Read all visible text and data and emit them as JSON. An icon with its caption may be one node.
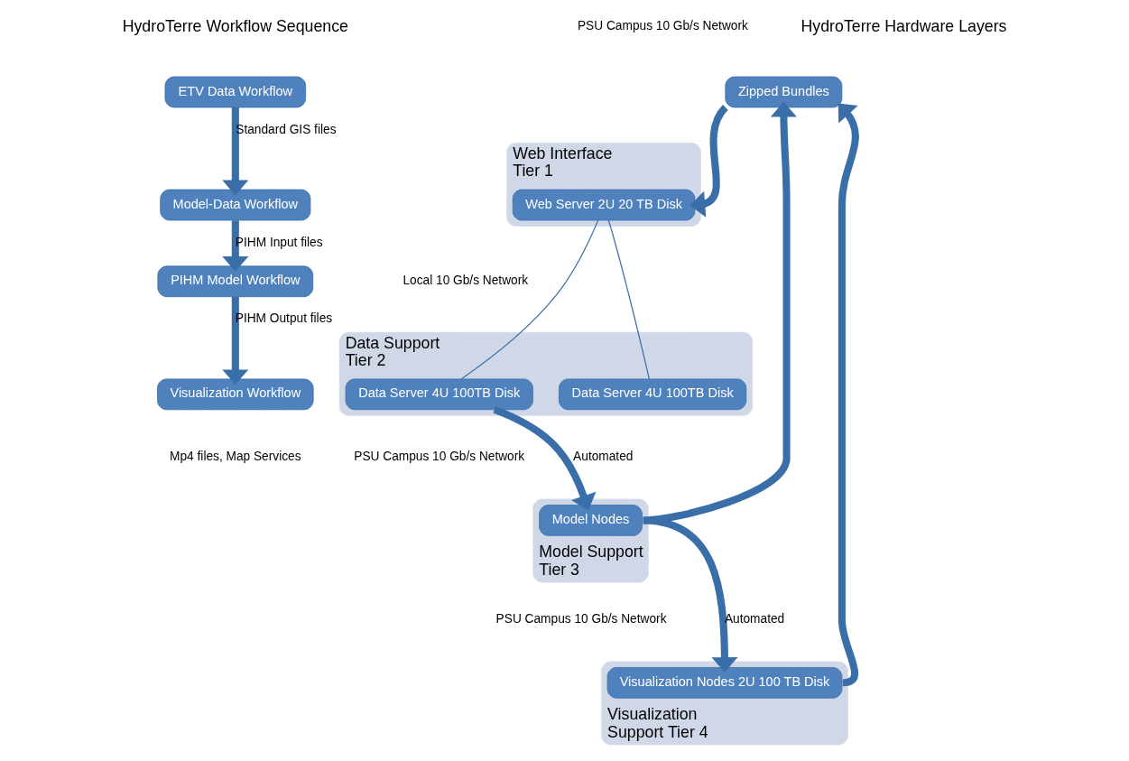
{
  "diagram": {
    "nodes": [
      {
        "text": [
          "ETV Data Workflow"
        ]
      },
      {
        "text": [
          "Model-Data Workflow"
        ]
      },
      {
        "text": [
          "PIHM Model Workflow"
        ]
      },
      {
        "text": [
          "Visualization Workflow"
        ]
      },
      {
        "text": [
          "Web Interface Tier 1"
        ]
      },
      {
        "text": [
          "Web Server 2U 20 TB Disk"
        ],
        "in": 4
      },
      {
        "text": [
          "Data Support Tier 2"
        ]
      },
      {
        "text": [
          "Data Server 4U 100TB Disk"
        ],
        "in": 6
      },
      {
        "text": [
          "Data Server 4U 100TB Disk"
        ],
        "in": 6
      },
      {
        "text": [
          "Model Support Tier 3"
        ]
      },
      {
        "text": [
          "Model Nodes"
        ],
        "in": 9
      },
      {
        "text": [
          "Visualization Support Tier 4"
        ]
      },
      {
        "text": [
          "Visualization Nodes 2U 100 TB Disk"
        ],
        "in": 11
      },
      {
        "text": [
          "Zipped Bundles"
        ]
      }
    ],
    "edges": [
      {
        "from": 0,
        "to": 1,
        "arrow": "to",
        "label": "Standard GIS files"
      },
      {
        "from": 1,
        "to": 2,
        "arrow": "to",
        "label": "PIHM Input files"
      },
      {
        "from": 2,
        "to": 3,
        "arrow": "to",
        "label": "PIHM Output files"
      },
      {
        "from": 5,
        "to": 7,
        "arrow": "none"
      },
      {
        "from": 5,
        "to": 8,
        "arrow": "none"
      },
      {
        "from": 7,
        "to": 10,
        "arrow": "to",
        "label": "Automated"
      },
      {
        "from": 10,
        "to": 12,
        "arrow": "to",
        "label": "Automated"
      },
      {
        "from": 10,
        "to": 13,
        "arrow": "to"
      },
      {
        "from": 12,
        "to": 13,
        "arrow": "to"
      },
      {
        "from": 13,
        "to": 5,
        "arrow": "to"
      }
    ],
    "labels": [
      "HydroTerre Workflow Sequence",
      "HydroTerre Hardware Layers",
      "PSU Campus 10 Gb/s Network",
      "Local 10 Gb/s Network",
      "PSU Campus 10 Gb/s Network",
      "PSU Campus 10 Gb/s Network",
      "Mp4 files, Map Services"
    ]
  }
}
